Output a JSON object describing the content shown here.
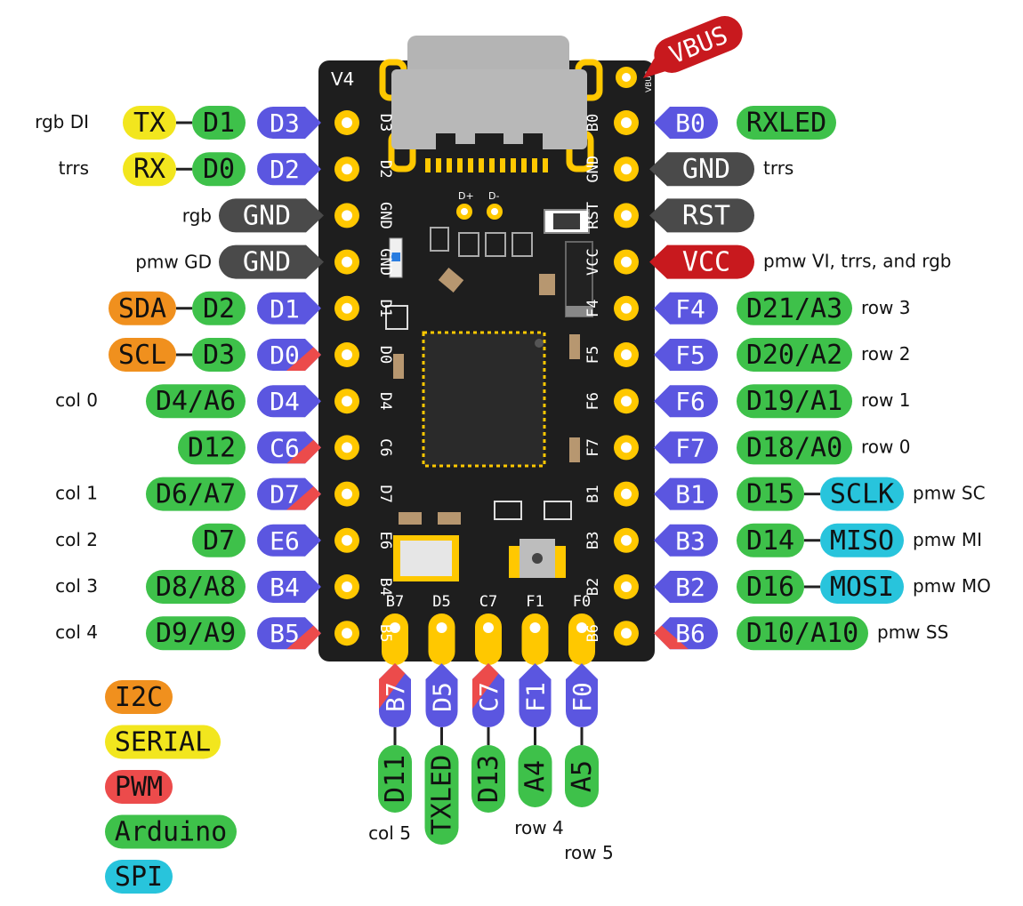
{
  "board": {
    "version_label": "V4",
    "vbus_label": "VBUS",
    "vbus_tiny_label": "VBUS",
    "dplus_label": "D+",
    "dminus_label": "D-"
  },
  "colors": {
    "i2c": "#f0901e",
    "serial": "#f2e61e",
    "pwm": "#ec4b4b",
    "arduino": "#3ec14a",
    "spi": "#28c4dc",
    "pin": "#5b56e0",
    "gnd": "#4a4a4a",
    "vcc": "#c8191e",
    "pcb": "#1e1e1e",
    "pad": "#ffc800"
  },
  "left_pins": [
    {
      "silk": "D3",
      "pin": "D3",
      "pwm": false,
      "labels": [
        {
          "text": "D1",
          "type": "arduino"
        },
        {
          "text": "TX",
          "type": "serial"
        }
      ],
      "note": "rgb DI"
    },
    {
      "silk": "D2",
      "pin": "D2",
      "pwm": false,
      "labels": [
        {
          "text": "D0",
          "type": "arduino"
        },
        {
          "text": "RX",
          "type": "serial"
        }
      ],
      "note": "trrs"
    },
    {
      "silk": "GND",
      "pin": "GND",
      "pwm": false,
      "kind": "gnd",
      "labels": [],
      "note": "rgb"
    },
    {
      "silk": "GND",
      "pin": "GND",
      "pwm": false,
      "kind": "gnd",
      "labels": [],
      "note": "pmw GD"
    },
    {
      "silk": "D1",
      "pin": "D1",
      "pwm": false,
      "labels": [
        {
          "text": "D2",
          "type": "arduino"
        },
        {
          "text": "SDA",
          "type": "i2c"
        }
      ],
      "note": ""
    },
    {
      "silk": "D0",
      "pin": "D0",
      "pwm": true,
      "labels": [
        {
          "text": "D3",
          "type": "arduino"
        },
        {
          "text": "SCL",
          "type": "i2c"
        }
      ],
      "note": ""
    },
    {
      "silk": "D4",
      "pin": "D4",
      "pwm": false,
      "labels": [
        {
          "text": "D4/A6",
          "type": "arduino"
        }
      ],
      "note": "col 0"
    },
    {
      "silk": "C6",
      "pin": "C6",
      "pwm": true,
      "labels": [
        {
          "text": "D12",
          "type": "arduino"
        }
      ],
      "note": ""
    },
    {
      "silk": "D7",
      "pin": "D7",
      "pwm": true,
      "labels": [
        {
          "text": "D6/A7",
          "type": "arduino"
        }
      ],
      "note": "col 1"
    },
    {
      "silk": "E6",
      "pin": "E6",
      "pwm": false,
      "labels": [
        {
          "text": "D7",
          "type": "arduino"
        }
      ],
      "note": "col 2"
    },
    {
      "silk": "B4",
      "pin": "B4",
      "pwm": false,
      "labels": [
        {
          "text": "D8/A8",
          "type": "arduino"
        }
      ],
      "note": "col 3"
    },
    {
      "silk": "B5",
      "pin": "B5",
      "pwm": true,
      "labels": [
        {
          "text": "D9/A9",
          "type": "arduino"
        }
      ],
      "note": "col 4"
    }
  ],
  "right_pins": [
    {
      "silk": "B0",
      "pin": "B0",
      "pwm": false,
      "labels": [
        {
          "text": "RXLED",
          "type": "arduino"
        }
      ],
      "note": ""
    },
    {
      "silk": "GND",
      "pin": "GND",
      "pwm": false,
      "kind": "gnd",
      "labels": [],
      "note": "trrs"
    },
    {
      "silk": "RST",
      "pin": "RST",
      "pwm": false,
      "kind": "gnd",
      "labels": [],
      "note": ""
    },
    {
      "silk": "VCC",
      "pin": "VCC",
      "pwm": false,
      "kind": "vcc",
      "labels": [],
      "note": "pmw VI, trrs, and rgb"
    },
    {
      "silk": "F4",
      "pin": "F4",
      "pwm": false,
      "labels": [
        {
          "text": "D21/A3",
          "type": "arduino"
        }
      ],
      "note": "row 3"
    },
    {
      "silk": "F5",
      "pin": "F5",
      "pwm": false,
      "labels": [
        {
          "text": "D20/A2",
          "type": "arduino"
        }
      ],
      "note": "row 2"
    },
    {
      "silk": "F6",
      "pin": "F6",
      "pwm": false,
      "labels": [
        {
          "text": "D19/A1",
          "type": "arduino"
        }
      ],
      "note": "row 1"
    },
    {
      "silk": "F7",
      "pin": "F7",
      "pwm": false,
      "labels": [
        {
          "text": "D18/A0",
          "type": "arduino"
        }
      ],
      "note": "row 0"
    },
    {
      "silk": "B1",
      "pin": "B1",
      "pwm": false,
      "labels": [
        {
          "text": "D15",
          "type": "arduino"
        },
        {
          "text": "SCLK",
          "type": "spi"
        }
      ],
      "note": "pmw SC"
    },
    {
      "silk": "B3",
      "pin": "B3",
      "pwm": false,
      "labels": [
        {
          "text": "D14",
          "type": "arduino"
        },
        {
          "text": "MISO",
          "type": "spi"
        }
      ],
      "note": "pmw MI"
    },
    {
      "silk": "B2",
      "pin": "B2",
      "pwm": false,
      "labels": [
        {
          "text": "D16",
          "type": "arduino"
        },
        {
          "text": "MOSI",
          "type": "spi"
        }
      ],
      "note": "pmw MO"
    },
    {
      "silk": "B6",
      "pin": "B6",
      "pwm": true,
      "labels": [
        {
          "text": "D10/A10",
          "type": "arduino"
        }
      ],
      "note": "pmw SS"
    }
  ],
  "bottom_pins": [
    {
      "silk": "B7",
      "pin": "B7",
      "pwm": true,
      "label": "D11",
      "note": "col 5"
    },
    {
      "silk": "D5",
      "pin": "D5",
      "pwm": false,
      "label": "TXLED",
      "note": ""
    },
    {
      "silk": "C7",
      "pin": "C7",
      "pwm": true,
      "label": "D13",
      "note": ""
    },
    {
      "silk": "F1",
      "pin": "F1",
      "pwm": false,
      "label": "A4",
      "note": "row 4"
    },
    {
      "silk": "F0",
      "pin": "F0",
      "pwm": false,
      "label": "A5",
      "note": "row 5"
    }
  ],
  "legend": [
    {
      "text": "I2C",
      "type": "i2c"
    },
    {
      "text": "SERIAL",
      "type": "serial"
    },
    {
      "text": "PWM",
      "type": "pwm"
    },
    {
      "text": "Arduino",
      "type": "arduino"
    },
    {
      "text": "SPI",
      "type": "spi"
    }
  ]
}
